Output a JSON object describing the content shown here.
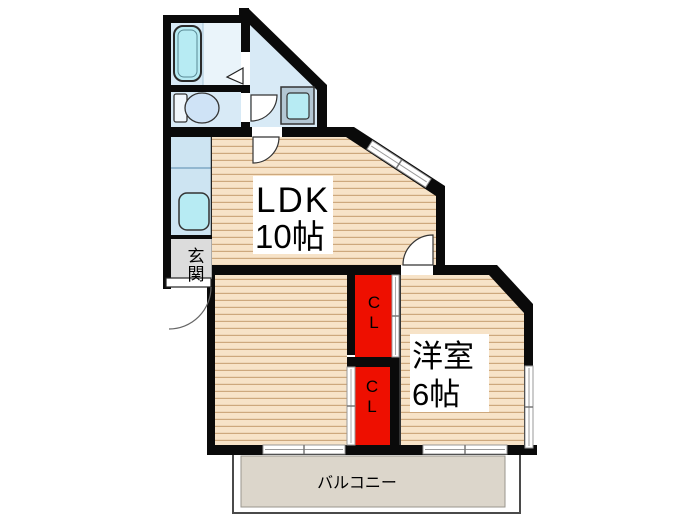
{
  "plan": {
    "rooms": {
      "ldk": {
        "name_line1": "LDK",
        "name_line2": "10帖"
      },
      "western": {
        "name_line1": "洋室",
        "name_line2": "6帖"
      },
      "closet_upper": {
        "char1": "C",
        "char2": "L"
      },
      "closet_lower": {
        "char1": "C",
        "char2": "L"
      },
      "entrance": {
        "char1": "玄",
        "char2": "関"
      },
      "balcony": {
        "name": "バルコニー"
      }
    },
    "colors": {
      "wall": "#0a0a0a",
      "wood_floor_base": "#f7e3c8",
      "wood_floor_stripe": "#cda87d",
      "water_area": "#d8eaf6",
      "water_area_light": "#eaf4fa",
      "kitchen_counter": "#cde4f2",
      "fixture_cyan": "#b7ebf3",
      "closet_red": "#ee0f00",
      "entrance_gray": "#dcdcdc",
      "balcony_fill": "#dcd6cb"
    }
  }
}
